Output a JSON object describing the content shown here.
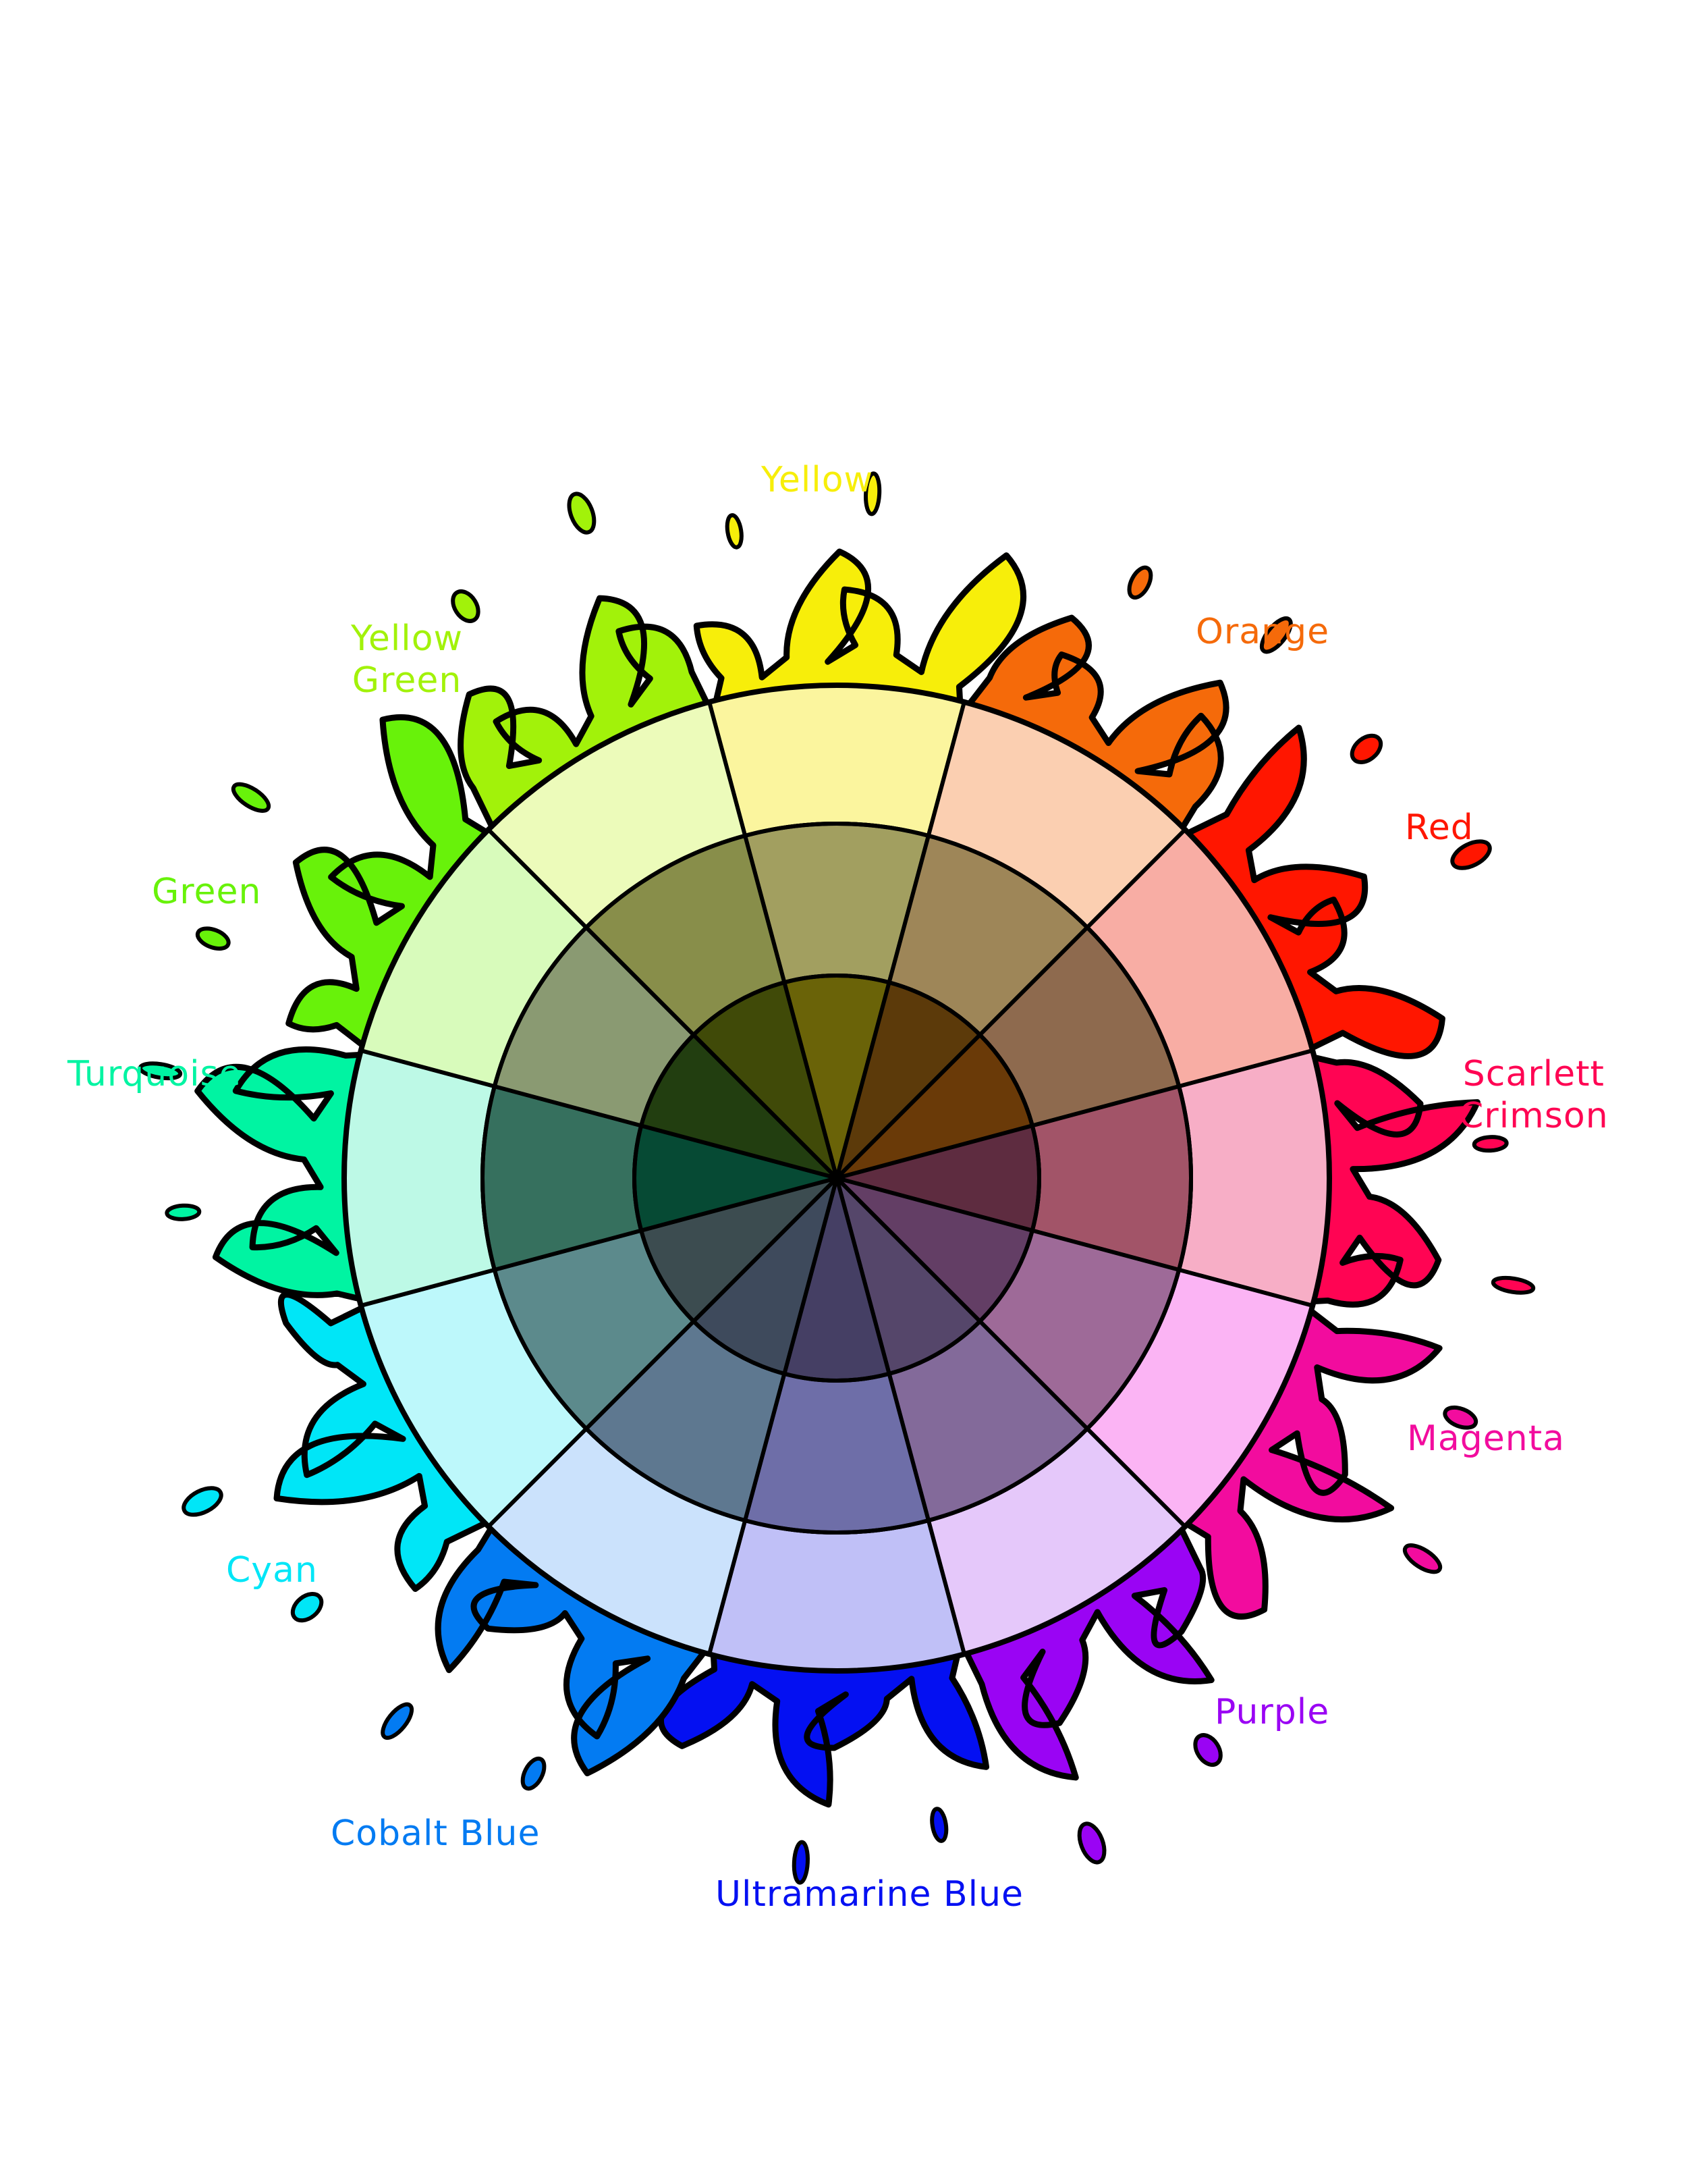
{
  "segments": [
    {
      "name": "Yellow",
      "label": [
        "Yellow"
      ],
      "color": "#F7EE0A",
      "tint": "#FBF59E",
      "shade": "#A29F60",
      "dark": "#6A6308"
    },
    {
      "name": "Orange",
      "label": [
        "Orange"
      ],
      "color": "#F56A0A",
      "tint": "#FBCFB1",
      "shade": "#9E8658",
      "dark": "#5C3A0A"
    },
    {
      "name": "Red",
      "label": [
        "Red"
      ],
      "color": "#FF1600",
      "tint": "#F8ADA4",
      "shade": "#8E6A4E",
      "dark": "#6A3A08"
    },
    {
      "name": "Scarlett Crimson",
      "label": [
        "Scarlett",
        "Crimson"
      ],
      "color": "#FF0453",
      "tint": "#F7AEC6",
      "shade": "#A25468",
      "dark": "#5E2C40"
    },
    {
      "name": "Magenta",
      "label": [
        "Magenta"
      ],
      "color": "#F20C9E",
      "tint": "#FBB4F4",
      "shade": "#9E6A98",
      "dark": "#633E65"
    },
    {
      "name": "Purple",
      "label": [
        "Purple"
      ],
      "color": "#9A04F4",
      "tint": "#E5C8FA",
      "shade": "#836A9A",
      "dark": "#55466A"
    },
    {
      "name": "Ultramarine Blue",
      "label": [
        "Ultramarine Blue"
      ],
      "color": "#0410F2",
      "tint": "#C0C0F7",
      "shade": "#6E6EA8",
      "dark": "#453F64"
    },
    {
      "name": "Cobalt Blue",
      "label": [
        "Cobalt Blue"
      ],
      "color": "#037BF2",
      "tint": "#CBE2FC",
      "shade": "#5E7890",
      "dark": "#3E4A5C"
    },
    {
      "name": "Cyan",
      "label": [
        "Cyan"
      ],
      "color": "#00E6F7",
      "tint": "#BDF8FB",
      "shade": "#5C8A8C",
      "dark": "#3C4C50"
    },
    {
      "name": "Turquoise",
      "label": [
        "Turquoise"
      ],
      "color": "#00F4A2",
      "tint": "#BDF9E6",
      "shade": "#36705E",
      "dark": "#064A34"
    },
    {
      "name": "Green",
      "label": [
        "Green"
      ],
      "color": "#68F20A",
      "tint": "#D8FBBB",
      "shade": "#8A9A72",
      "dark": "#223E10"
    },
    {
      "name": "Yellow Green",
      "label": [
        "Yellow",
        "Green"
      ],
      "color": "#A2F20A",
      "tint": "#ECFBBA",
      "shade": "#888E4A",
      "dark": "#404A08"
    }
  ]
}
